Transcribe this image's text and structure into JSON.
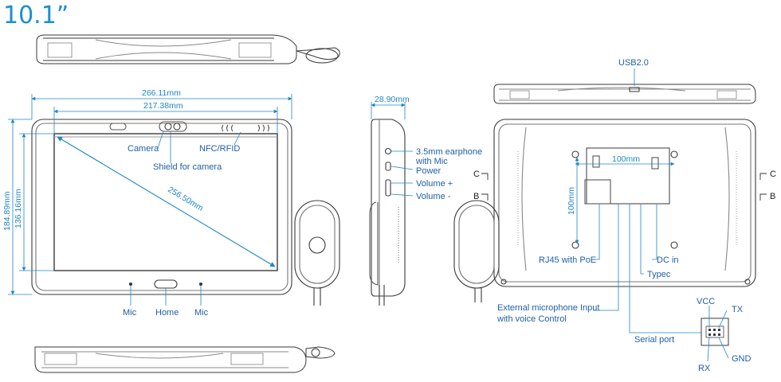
{
  "title": "10.1”",
  "dimensions": {
    "width": "266.11mm",
    "screen_width": "217.38mm",
    "depth": "28.90mm",
    "height": "184.89mm",
    "screen_height": "136.16mm",
    "diagonal": "256.50mm",
    "mount_w": "100mm",
    "mount_h": "100mm"
  },
  "front_labels": {
    "camera": "Camera",
    "nfc": "NFC/RFID",
    "shield": "Shield for camera",
    "mic_left": "Mic",
    "home": "Home",
    "mic_right": "Mic"
  },
  "side_labels": {
    "earphone_l1": "3.5mm earphone",
    "earphone_l2": "with Mic",
    "power": "Power",
    "volume_up": "Volume +",
    "volume_down": "Volume -"
  },
  "back_labels": {
    "usb": "USB2.0",
    "rj45": "RJ45 with PoE",
    "dc_in": "DC in",
    "typec": "Typec",
    "ext_mic_l1": "External microphone Input",
    "ext_mic_l2": "with voice Control",
    "serial": "Serial port",
    "vcc": "VCC",
    "tx": "TX",
    "rx": "RX",
    "gnd": "GND"
  },
  "section_markers": {
    "c_left": "C",
    "b_left": "B",
    "c_right": "C",
    "b_right": "B"
  },
  "colors": {
    "dimension": "#1f86c7",
    "title": "#1a8fd0",
    "outline": "#3a3a3a"
  }
}
